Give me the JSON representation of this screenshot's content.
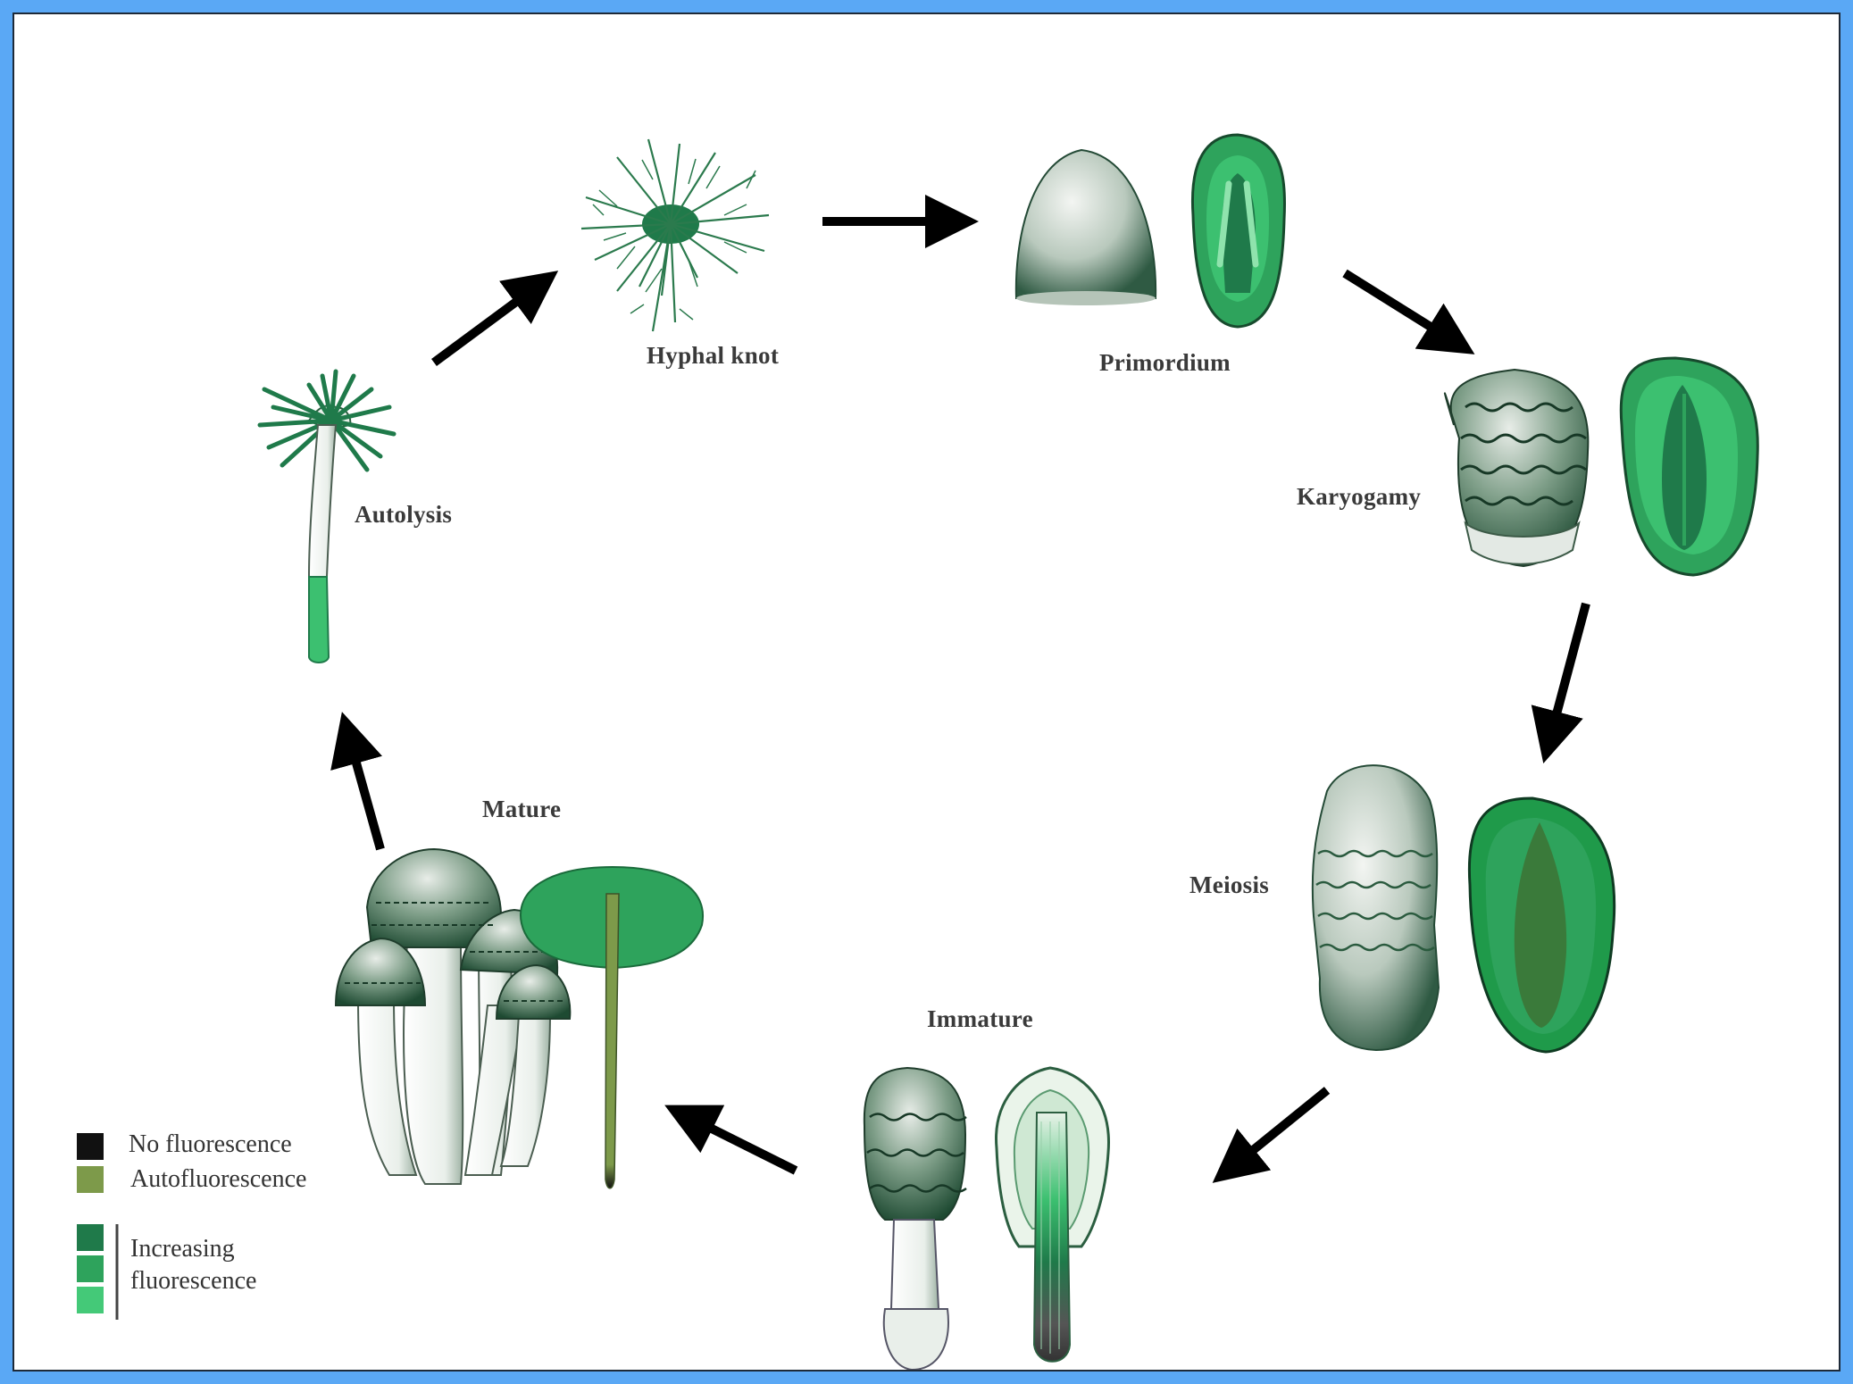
{
  "stages": {
    "hyphal_knot": "Hyphal knot",
    "primordium": "Primordium",
    "karyogamy": "Karyogamy",
    "meiosis": "Meiosis",
    "immature": "Immature",
    "mature": "Mature",
    "autolysis": "Autolysis"
  },
  "legend": {
    "no_fluorescence": "No fluorescence",
    "autofluorescence": "Autofluorescence",
    "increasing_line1": "Increasing",
    "increasing_line2": "fluorescence"
  },
  "colors": {
    "frame_background": "#5aa8f5",
    "no_fluorescence": "#111111",
    "autofluorescence": "#7d9a4a",
    "fluorescence_low": "#1f7a4a",
    "fluorescence_mid": "#2ea35c",
    "fluorescence_high": "#44c978",
    "arrow": "#000000"
  }
}
